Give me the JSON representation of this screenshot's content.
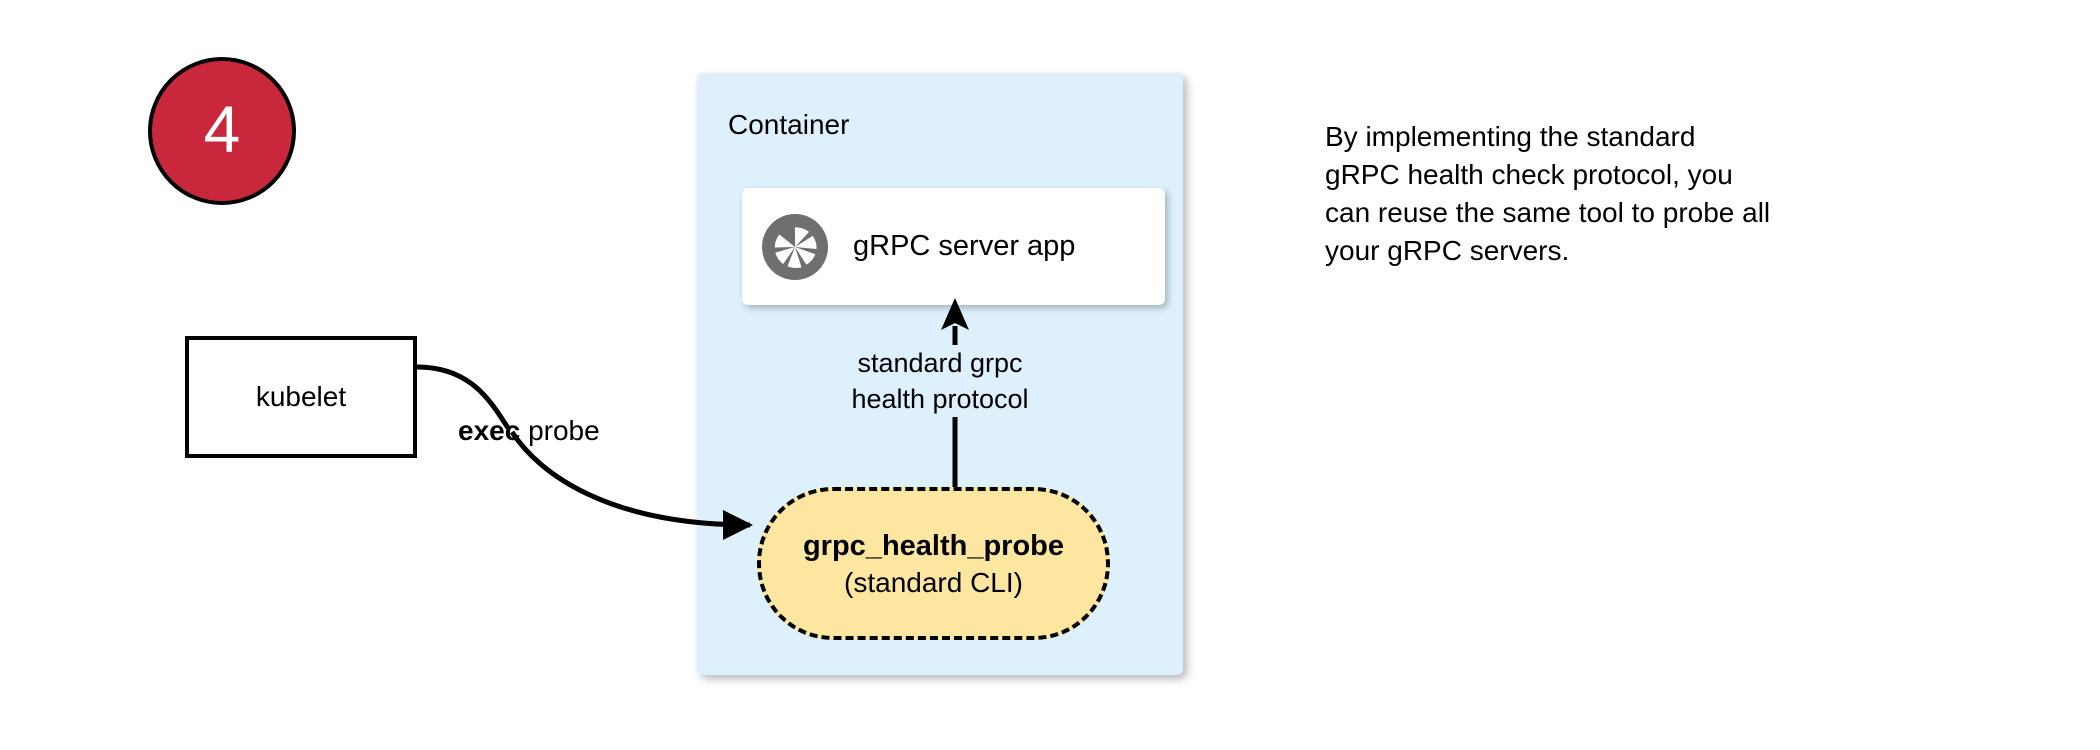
{
  "step": {
    "number": "4",
    "circle_fill": "#c9283c",
    "circle_stroke": "#000000",
    "number_color": "#ffffff"
  },
  "kubelet": {
    "label": "kubelet"
  },
  "exec_edge": {
    "label_bold": "exec",
    "label_rest": " probe"
  },
  "container": {
    "title": "Container",
    "fill": "#ddf0fb",
    "server_card": {
      "icon": "aperture-icon",
      "label": "gRPC server app",
      "fill": "#ffffff",
      "icon_color": "#6f6f6f"
    },
    "protocol_edge": {
      "line1": "standard grpc",
      "line2": "health protocol"
    },
    "probe": {
      "title": "grpc_health_probe",
      "subtitle": "(standard CLI)",
      "fill": "#fde6a0",
      "stroke": "#000000",
      "stroke_style": "dashed"
    }
  },
  "explanation": {
    "line1": "By implementing the standard",
    "line2": "gRPC health check protocol, you",
    "line3": "can reuse the same tool to probe all",
    "line4": "your gRPC servers."
  }
}
